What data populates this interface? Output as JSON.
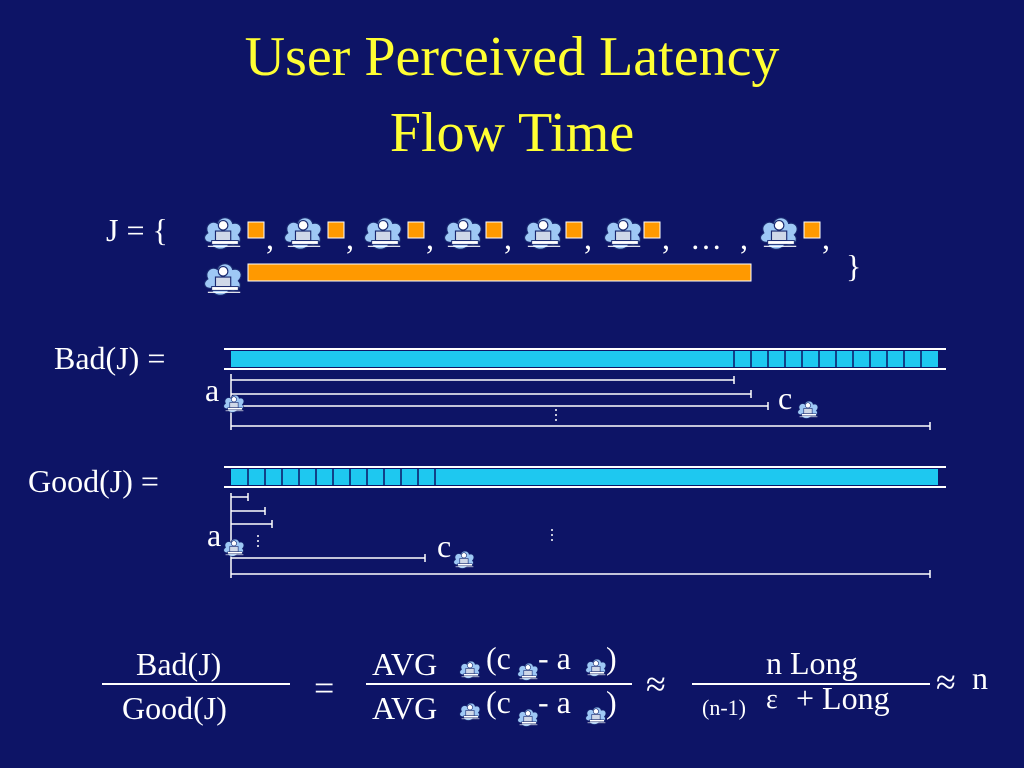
{
  "title": {
    "line1": "User Perceived Latency",
    "line2": "Flow Time"
  },
  "jobset": {
    "lhs": "J = {",
    "commas": [
      ",",
      ",",
      ",",
      ",",
      ",",
      ",",
      ",",
      ","
    ],
    "ellipsis": "…",
    "close": "}",
    "short_job_color": "#ff9900",
    "long_job_color": "#ff9900"
  },
  "bad": {
    "label": "Bad(J) =",
    "a_label": "a",
    "c_label": "c",
    "short_jobs_at": "end"
  },
  "good": {
    "label": "Good(J) =",
    "a_label": "a",
    "c_label": "c",
    "short_jobs_at": "start"
  },
  "schedule_colors": {
    "bar": "#1ec8f0",
    "line": "#ffffff"
  },
  "formula": {
    "lhs_num": "Bad(J)",
    "lhs_den": "Good(J)",
    "equals": "=",
    "avg_num": "AVG",
    "avg_den": "AVG",
    "c_term": "(c",
    "minus_a": "- a",
    "close_paren": ")",
    "approx": "≈",
    "rhs_num": "n Long",
    "rhs_den_small": "(n-1)",
    "epsilon": "ε",
    "rhs_den_rest": "+ Long",
    "approx2": "≈",
    "result": "n"
  },
  "icons": {
    "job": "person-with-computer-icon"
  }
}
